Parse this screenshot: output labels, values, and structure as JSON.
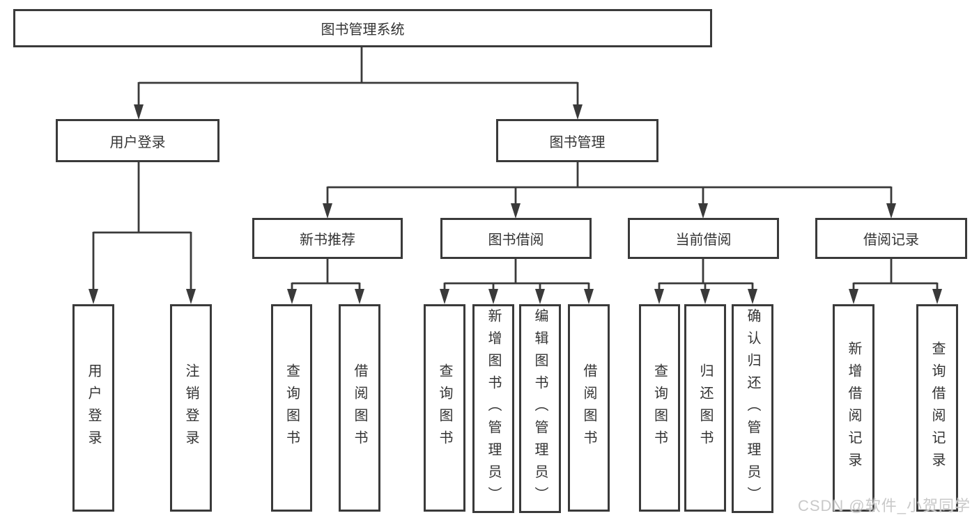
{
  "diagram": {
    "type": "org-tree",
    "tree": {
      "label": "图书管理系统",
      "children": [
        {
          "label": "用户登录",
          "children": [
            {
              "label": "用户登录"
            },
            {
              "label": "注销登录"
            }
          ]
        },
        {
          "label": "图书管理",
          "children": [
            {
              "label": "新书推荐",
              "children": [
                {
                  "label": "查询图书"
                },
                {
                  "label": "借阅图书"
                }
              ]
            },
            {
              "label": "图书借阅",
              "children": [
                {
                  "label": "查询图书"
                },
                {
                  "label": "新增图书（管理员）"
                },
                {
                  "label": "编辑图书（管理员）"
                },
                {
                  "label": "借阅图书"
                }
              ]
            },
            {
              "label": "当前借阅",
              "children": [
                {
                  "label": "查询图书"
                },
                {
                  "label": "归还图书"
                },
                {
                  "label": "确认归还（管理员）"
                }
              ]
            },
            {
              "label": "借阅记录",
              "children": [
                {
                  "label": "新增借阅记录"
                },
                {
                  "label": "查询借阅记录"
                }
              ]
            }
          ]
        }
      ]
    }
  },
  "watermark": {
    "text": "CSDN @软件_小贺同学"
  },
  "colors": {
    "line": "#3a3a3a",
    "text": "#333333",
    "background": "#ffffff",
    "watermark": "#c9c9c9"
  }
}
